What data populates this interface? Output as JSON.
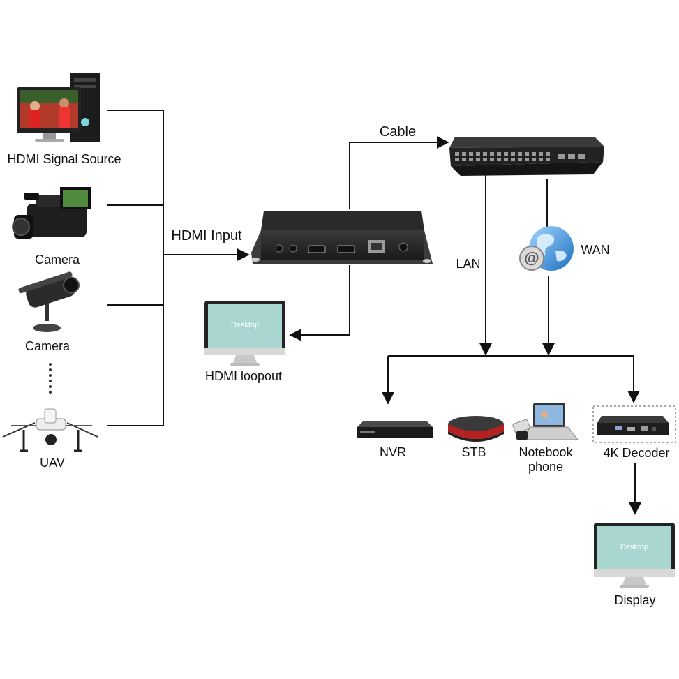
{
  "labels": {
    "hdmi_signal_source": "HDMI Signal Source",
    "camera_1": "Camera",
    "camera_2": "Camera",
    "uav": "UAV",
    "hdmi_input": "HDMI Input",
    "cable": "Cable",
    "hdmi_loopout": "HDMI loopout",
    "lan": "LAN",
    "wan": "WAN",
    "nvr": "NVR",
    "stb": "STB",
    "notebook_line1": "Notebook",
    "notebook_line2": "phone",
    "decoder_4k": "4K Decoder",
    "display": "Display"
  },
  "screens": {
    "loopout_text": "Desktop",
    "display_text": "Desktop"
  },
  "colors": {
    "line": "#111111",
    "device_body": "#2a2a2a",
    "screen_fill": "#a9d6d0",
    "globe": "#2f8fd8"
  },
  "icons": {
    "source": "pc-monitor-icon",
    "camcorder": "camcorder-icon",
    "cctv": "cctv-camera-icon",
    "drone": "drone-icon",
    "encoder": "encoder-box-icon",
    "switch": "network-switch-icon",
    "internet": "internet-globe-icon",
    "nvr": "nvr-icon",
    "stb": "set-top-box-icon",
    "laptop": "laptop-phone-icon",
    "decoder": "decoder-box-icon",
    "monitor": "monitor-icon"
  }
}
